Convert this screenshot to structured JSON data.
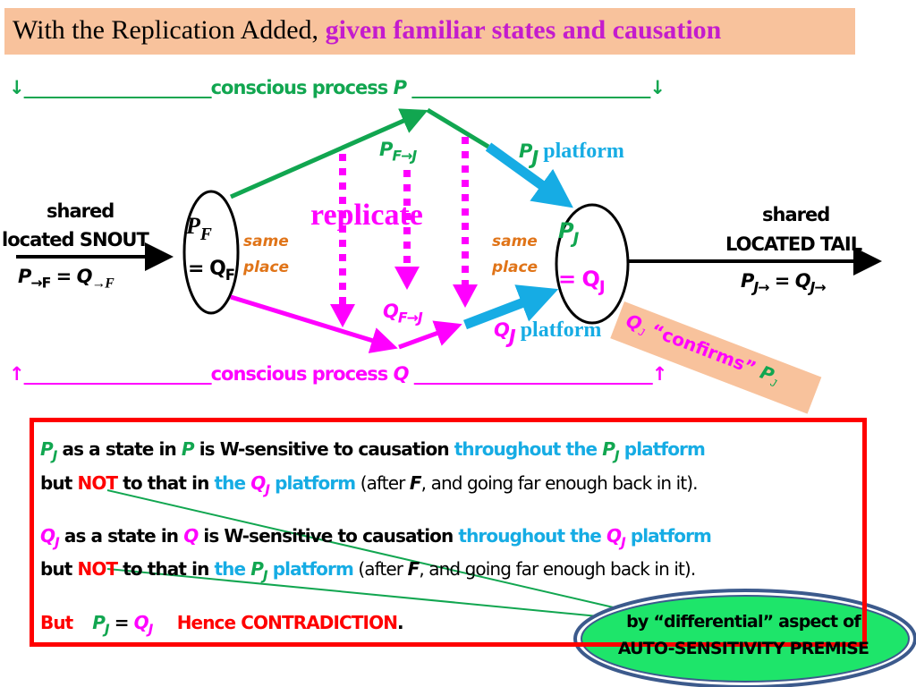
{
  "title": {
    "prefix": "With the Replication Added, ",
    "highlight": "given familiar states and causation"
  },
  "process_p": {
    "arrow_left": "↓",
    "dashes_left": "______________________",
    "label": "conscious process ",
    "var": "P",
    "dashes_right": "____________________________",
    "arrow_right": "↓"
  },
  "process_q": {
    "arrow_left": "↑",
    "dashes_left": "______________________",
    "label": "conscious process ",
    "var": "Q",
    "dashes_right": "____________________________",
    "arrow_right": "↑"
  },
  "snout": {
    "line1": "shared",
    "line2": "located SNOUT",
    "eq_left": "P",
    "eq_left_sub": "→F",
    "eq_mid": " = ",
    "eq_right": "Q",
    "eq_right_sub": "→F"
  },
  "node_f": {
    "top": "P",
    "top_sub": "F",
    "bottom": "= Q",
    "bottom_sub": "F"
  },
  "node_j": {
    "top": "P",
    "top_sub": "J",
    "bottom": "= Q",
    "bottom_sub": "J"
  },
  "same_place": {
    "line1": "same",
    "line2": "place"
  },
  "replicate": "replicate",
  "pfj": {
    "base": "P",
    "sub": "F→J"
  },
  "qfj": {
    "base": "Q",
    "sub": "F→J"
  },
  "pj_platform": {
    "base": "P",
    "sub": "J",
    "label": " platform"
  },
  "qj_platform": {
    "base": "Q",
    "sub": "J",
    "label": " platform"
  },
  "tail": {
    "line1": "shared",
    "line2": "LOCATED TAIL",
    "eq_left": "P",
    "eq_left_sub": "J→",
    "eq_mid": " = ",
    "eq_right": "Q",
    "eq_right_sub": "J→"
  },
  "confirms": {
    "q": "Q",
    "q_sub": "J",
    "word": " “confirms” ",
    "p": "P",
    "p_sub": "J"
  },
  "argument": {
    "para1": {
      "subj": "P",
      "subj_sub": "J",
      "t1": " as a state in ",
      "proc": "P",
      "t2": " is W-sensitive to causation ",
      "t3": "throughout the ",
      "pv": "P",
      "pv_sub": "J",
      "t4": "  platform",
      "l2_a": "but ",
      "not": "NOT",
      "l2_b": " to that in  ",
      "l2_the": "the ",
      "qv": "Q",
      "qv_sub": "J",
      "l2_plat": "  platform",
      "l2_after": "  (after ",
      "f": "F",
      "l2_end": ", and going far enough back in it)."
    },
    "para2": {
      "subj": "Q",
      "subj_sub": "J",
      "t1": " as a state in ",
      "proc": "Q",
      "t2": " is W-sensitive to causation ",
      "t3": "throughout the ",
      "qv": "Q",
      "qv_sub": "J",
      "t4": "  platform",
      "l2_a": "but ",
      "not": "NOT",
      "l2_b": " to that in  ",
      "l2_the": "the ",
      "pv": "P",
      "pv_sub": "J",
      "l2_plat": "  platform",
      "l2_after": " (after ",
      "f": "F",
      "l2_end": ", and going far enough back in it)."
    },
    "conclusion": {
      "but": "But",
      "p": "P",
      "p_sub": "J",
      "eq": " = ",
      "q": "Q",
      "q_sub": "J",
      "hence": "Hence ",
      "contradiction": "CONTRADICTION",
      "period": "."
    }
  },
  "premise": {
    "line1": "by “differential” aspect of",
    "line2": "AUTO-SENSITIVITY PREMISE"
  },
  "colors": {
    "green": "#11a650",
    "magenta": "#ff00ff",
    "cyan": "#16ace4",
    "orange": "#e07418",
    "red": "#ff0000",
    "title_bg": "#f8c29c",
    "premise_fill": "#1ee56a"
  }
}
